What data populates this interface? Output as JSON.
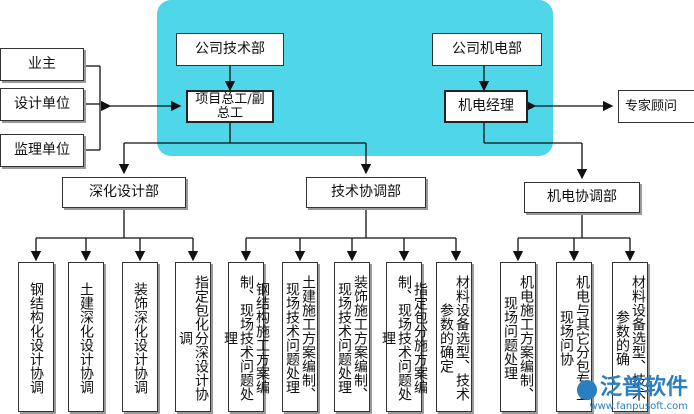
{
  "left_boxes": [
    "业主",
    "设计单位",
    "监理单位"
  ],
  "top": {
    "tech_dept": "公司技术部",
    "mech_dept": "公司机电部",
    "chief_engineer": "项目总工/副总工",
    "mech_manager": "机电经理",
    "expert": "专家顾问"
  },
  "departments": {
    "deep_design": "深化设计部",
    "tech_coord": "技术协调部",
    "mech_coord": "机电协调部"
  },
  "leaves": [
    "钢结构化设计协调",
    "土建深化设计协调",
    "装饰深化设计协调",
    "指定包化分深设计协调",
    "钢结构施工方案编制、现场技术问题处理",
    "土建施工方案编制、现场技术问题处理",
    "装饰施工方案编制、现场技术问题处理",
    "指定包分施方案编制、现场技术问题处理",
    "材料设备选型、技术参数的确定",
    "机电施工方案编制、现场问题处理",
    "机电与其它分包专业现场问协",
    "材料设备选型、技术参数的确"
  ],
  "watermark": {
    "name": "泛普软件",
    "url": "www.fanpusoft.com"
  }
}
